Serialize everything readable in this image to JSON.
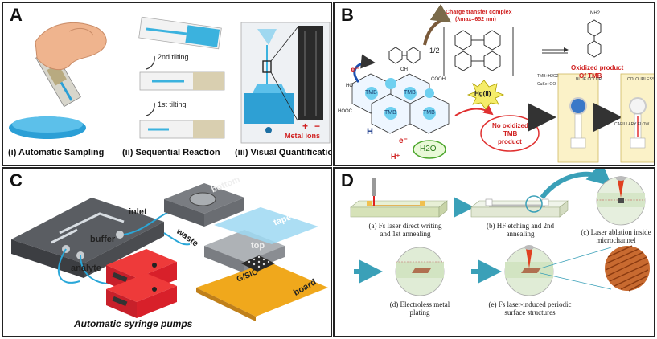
{
  "panels": {
    "a": {
      "label": "A",
      "captions": [
        "(i) Automatic Sampling",
        "(ii) Sequential Reaction",
        "(iii) Visual Quantification"
      ],
      "tilt2": "2nd tilting",
      "tilt1": "1st tilting",
      "metal_ions": "Metal ions",
      "plus": "+",
      "minus": "−"
    },
    "b": {
      "label": "B",
      "complex_title": "Charge transfer complex",
      "complex_lambda": "(λmax=652 nm)",
      "half": "1/2",
      "oxidized": "Oxidized product",
      "oxidized2": "Of TMB",
      "hg": "Hg(II)",
      "h2o": "H2O",
      "no_oxidized": "No oxidized",
      "tmb": "TMB",
      "product": "product",
      "blue_color": "BLUE COLOR",
      "colourless": "COLOURLESS",
      "capillary": "CAPILLARY FLOW",
      "tmb_h2o2": "TMB+H2O2",
      "cuse_go": "CuSe+GO",
      "e_minus": "e⁻",
      "h_plus": "H⁺",
      "tmb_cell": "TMB",
      "cooh": "COOH",
      "hooc": "HOOC",
      "oh": "OH",
      "ho": "HO",
      "h": "H",
      "nh2": "NH2"
    },
    "c": {
      "label": "C",
      "inlet": "inlet",
      "buffer": "buffer",
      "analyte": "analyte",
      "waste": "waste",
      "bottom": "bottom",
      "top": "top",
      "tape": "tape",
      "gsic": "G/SiC",
      "board": "board",
      "pumps": "Automatic syringe pumps"
    },
    "d": {
      "label": "D",
      "cap_a1": "(a) Fs laser direct writing",
      "cap_a2": "and 1st annealing",
      "cap_b1": "(b) HF etching and 2nd",
      "cap_b2": "annealing",
      "cap_c1": "(c) Laser ablation inside",
      "cap_c2": "microchannel",
      "cap_d1": "(d) Electroless metal",
      "cap_d2": "plating",
      "cap_e1": "(e) Fs laser-induced periodic",
      "cap_e2": "surface structures"
    }
  },
  "colors": {
    "accent_blue": "#2aa7d8",
    "pump_red": "#d8202a",
    "board_yellow": "#f0a81c",
    "arrow_teal": "#3aa0b8",
    "orange_red": "#e0391c"
  }
}
